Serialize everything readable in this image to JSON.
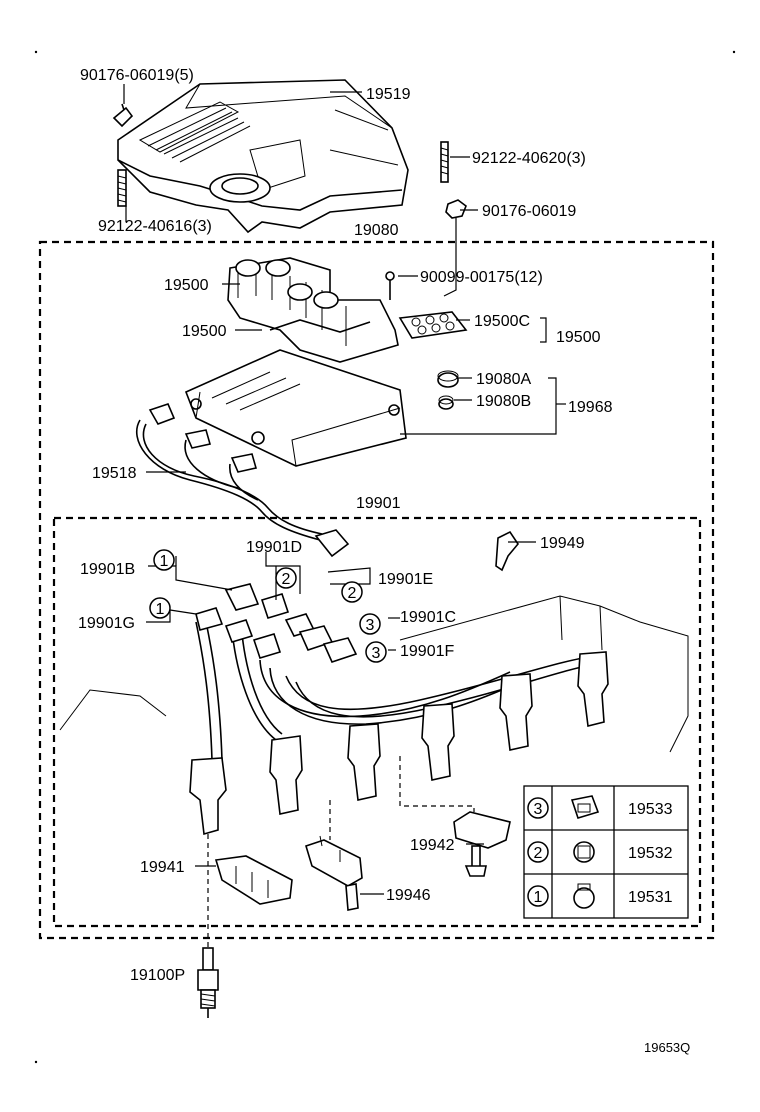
{
  "labels": {
    "p90176_06019_5": "90176-06019(5)",
    "p19519": "19519",
    "p92122_40620_3": "92122-40620(3)",
    "p90176_06019": "90176-06019",
    "p92122_40616_3": "92122-40616(3)",
    "p19080": "19080",
    "p90099_00175_12": "90099-00175(12)",
    "p19500_a": "19500",
    "p19500_b": "19500",
    "p19500c": "19500C",
    "p19500_c": "19500",
    "p19080a": "19080A",
    "p19080b": "19080B",
    "p19968": "19968",
    "p19518": "19518",
    "p19901": "19901",
    "p19901d": "19901D",
    "p19949": "19949",
    "p19901b": "19901B",
    "p19901e": "19901E",
    "p19901g": "19901G",
    "p19901c": "19901C",
    "p19901f": "19901F",
    "p19942": "19942",
    "p19941": "19941",
    "p19946": "19946",
    "p19100p": "19100P",
    "diagram_code": "19653Q"
  },
  "callouts": {
    "c1_top": "1",
    "c1_mid": "1",
    "c2_top": "2",
    "c2_mid": "2",
    "c3_top": "3",
    "c3_mid": "3"
  },
  "legend": {
    "rows": [
      {
        "marker": "3",
        "part": "19533"
      },
      {
        "marker": "2",
        "part": "19532"
      },
      {
        "marker": "1",
        "part": "19531"
      }
    ]
  }
}
